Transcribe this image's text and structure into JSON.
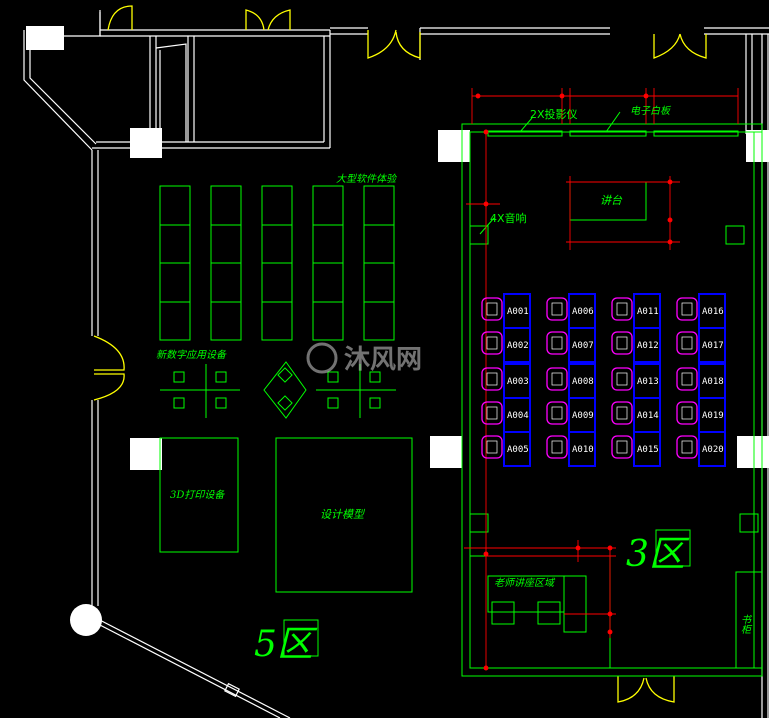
{
  "labels": {
    "projector": "2X投影仪",
    "whiteboard": "电子白板",
    "podium": "讲台",
    "speaker": "4X音响",
    "software": "大型软件体验",
    "digital_app": "新数字应用设备",
    "print3d": "3D打印设备",
    "design_model": "设计模型",
    "teacher_area": "老师讲座区域",
    "bookcase": "书柜",
    "zone_3": "3区",
    "zone_5": "5区",
    "watermark": "沐风网"
  },
  "seats": [
    [
      "A001",
      "A002",
      "A003",
      "A004",
      "A005"
    ],
    [
      "A006",
      "A007",
      "A008",
      "A009",
      "A010"
    ],
    [
      "A011",
      "A012",
      "A013",
      "A014",
      "A015"
    ],
    [
      "A016",
      "A017",
      "A018",
      "A019",
      "A020"
    ]
  ],
  "colors": {
    "wall": "#ffffff",
    "furniture": "#00ff00",
    "door": "#ffff00",
    "desk": "#0000ff",
    "chair": "#ff00ff",
    "dimension": "#ff0000",
    "background": "#000000"
  }
}
